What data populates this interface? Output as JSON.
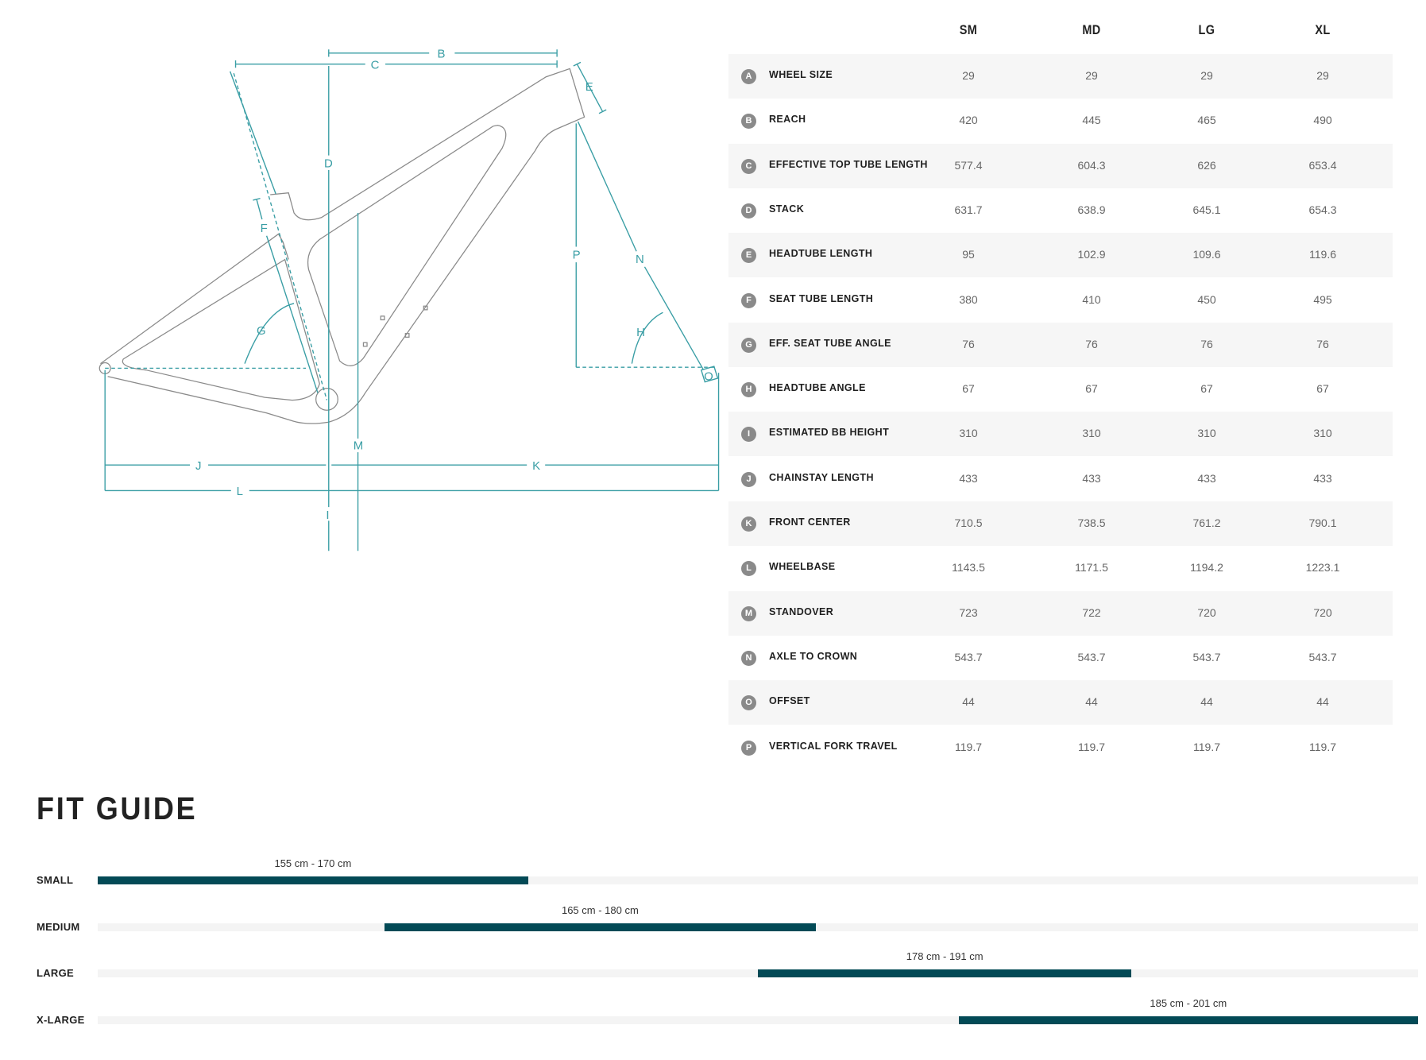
{
  "geometry": {
    "sizes": [
      "SM",
      "MD",
      "LG",
      "XL"
    ],
    "rows": [
      {
        "letter": "A",
        "label": "WHEEL SIZE",
        "values": [
          "29",
          "29",
          "29",
          "29"
        ]
      },
      {
        "letter": "B",
        "label": "REACH",
        "values": [
          "420",
          "445",
          "465",
          "490"
        ]
      },
      {
        "letter": "C",
        "label": "EFFECTIVE TOP TUBE LENGTH",
        "values": [
          "577.4",
          "604.3",
          "626",
          "653.4"
        ]
      },
      {
        "letter": "D",
        "label": "STACK",
        "values": [
          "631.7",
          "638.9",
          "645.1",
          "654.3"
        ]
      },
      {
        "letter": "E",
        "label": "HEADTUBE LENGTH",
        "values": [
          "95",
          "102.9",
          "109.6",
          "119.6"
        ]
      },
      {
        "letter": "F",
        "label": "SEAT TUBE LENGTH",
        "values": [
          "380",
          "410",
          "450",
          "495"
        ]
      },
      {
        "letter": "G",
        "label": "EFF. SEAT TUBE ANGLE",
        "values": [
          "76",
          "76",
          "76",
          "76"
        ]
      },
      {
        "letter": "H",
        "label": "HEADTUBE ANGLE",
        "values": [
          "67",
          "67",
          "67",
          "67"
        ]
      },
      {
        "letter": "I",
        "label": "ESTIMATED BB HEIGHT",
        "values": [
          "310",
          "310",
          "310",
          "310"
        ]
      },
      {
        "letter": "J",
        "label": "CHAINSTAY LENGTH",
        "values": [
          "433",
          "433",
          "433",
          "433"
        ]
      },
      {
        "letter": "K",
        "label": "FRONT CENTER",
        "values": [
          "710.5",
          "738.5",
          "761.2",
          "790.1"
        ]
      },
      {
        "letter": "L",
        "label": "WHEELBASE",
        "values": [
          "1143.5",
          "1171.5",
          "1194.2",
          "1223.1"
        ]
      },
      {
        "letter": "M",
        "label": "STANDOVER",
        "values": [
          "723",
          "722",
          "720",
          "720"
        ]
      },
      {
        "letter": "N",
        "label": "AXLE TO CROWN",
        "values": [
          "543.7",
          "543.7",
          "543.7",
          "543.7"
        ]
      },
      {
        "letter": "O",
        "label": "OFFSET",
        "values": [
          "44",
          "44",
          "44",
          "44"
        ]
      },
      {
        "letter": "P",
        "label": "VERTICAL FORK TRAVEL",
        "values": [
          "119.7",
          "119.7",
          "119.7",
          "119.7"
        ]
      }
    ]
  },
  "diagram": {
    "labels": {
      "B": "B",
      "C": "C",
      "D": "D",
      "E": "E",
      "F": "F",
      "G": "G",
      "H": "H",
      "I": "I",
      "J": "J",
      "K": "K",
      "L": "L",
      "M": "M",
      "N": "N",
      "O": "O",
      "P": "P"
    },
    "colors": {
      "dimension": "#3a9ea5",
      "frame": "#8a8a8a"
    }
  },
  "fit_guide": {
    "title": "FIT GUIDE",
    "bar_color": "#034a56",
    "rows": [
      {
        "label": "SMALL",
        "range": "155 cm - 170 cm",
        "start": 0.0,
        "end": 0.326
      },
      {
        "label": "MEDIUM",
        "range": "165 cm - 180 cm",
        "start": 0.217,
        "end": 0.544
      },
      {
        "label": "LARGE",
        "range": "178 cm - 191 cm",
        "start": 0.5,
        "end": 0.783
      },
      {
        "label": "X-LARGE",
        "range": "185 cm - 201 cm",
        "start": 0.652,
        "end": 1.0
      }
    ]
  }
}
